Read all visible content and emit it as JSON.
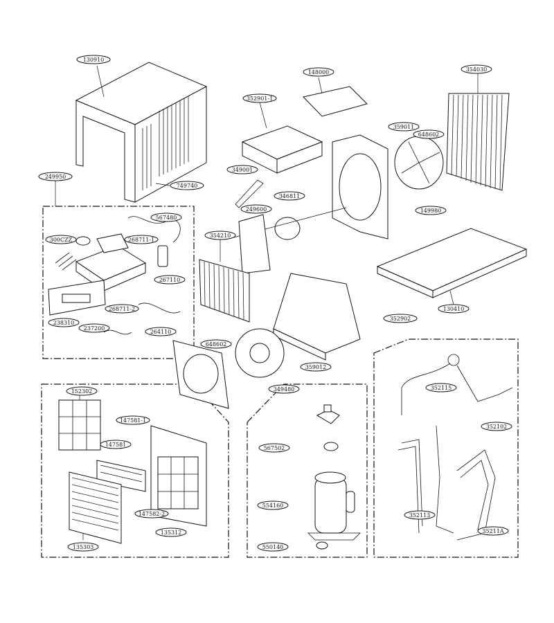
{
  "labels": {
    "l130910": "130910",
    "l749740": "749740",
    "l249950": "249950",
    "l567480": "567480",
    "l300czz": "300CZZ",
    "l268711a": "268711-1",
    "l267110": "267110",
    "l268711b": "268711-2",
    "l238310": "238310",
    "l237200": "237200",
    "l264110": "264110",
    "l148000": "148000",
    "l352901": "352901-1",
    "l354030": "354030",
    "l359011": "359011",
    "l648602a": "648602",
    "l349001": "349001",
    "l346811": "346811",
    "l149980": "149980",
    "l249600": "249600",
    "l354210": "354210",
    "l130410": "130410",
    "l352902": "352902",
    "l648602b": "648602",
    "l359012": "359012",
    "l349480": "349480",
    "l152302": "152302",
    "l147581a": "147581-1",
    "l147581b": "147581",
    "l147582": "147582-2",
    "l135312": "135312",
    "l135303": "135303",
    "l567502": "567502",
    "l554160": "554160",
    "l550140": "550140",
    "l352115": "352115",
    "l352102": "352102",
    "l352113": "352113",
    "l35211a": "35211A"
  }
}
